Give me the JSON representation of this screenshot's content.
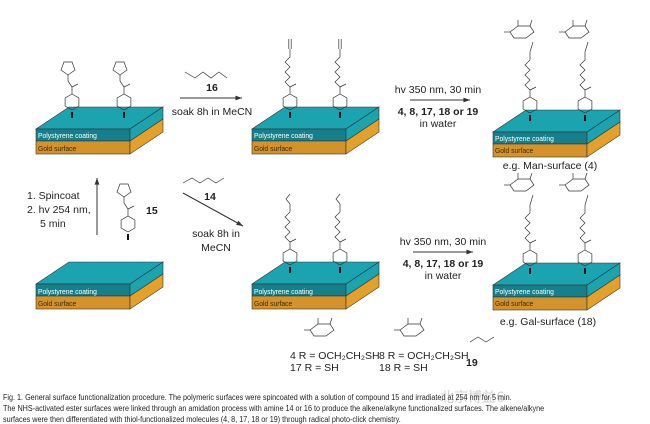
{
  "colors": {
    "polystyrene": "#1ba3b0",
    "polystyrene_front": "#15808c",
    "gold": "#e3a12c",
    "gold_front": "#d4922a"
  },
  "layers": {
    "polystyrene": "Polystyrene coating",
    "gold": "Gold surface"
  },
  "steps": {
    "spincoat": {
      "line1": "1. Spincoat",
      "line2": "2. hv 254 nm,",
      "line3": "5 min",
      "compound": "15"
    },
    "alkyne": {
      "compound": "16",
      "condition": "soak 8h in MeCN"
    },
    "alkene": {
      "compound": "14",
      "condition1": "soak 8h in",
      "condition2": "MeCN"
    },
    "click_top": {
      "line1": "hv 350 nm, 30 min",
      "line2": "4, 8, 17, 18 or 19",
      "line3": "in water"
    },
    "click_bottom": {
      "line1": "hv 350 nm, 30 min",
      "line2": "4, 8, 17, 18 or 19",
      "line3": "in water"
    }
  },
  "products": {
    "man": "e.g. Man-surface (4)",
    "gal": "e.g. Gal-surface (18)"
  },
  "thiols": {
    "man_a": "4 R = OCH₂CH₂SH",
    "man_b": "17 R = SH",
    "gal_a": "8 R = OCH₂CH₂SH",
    "gal_b": "18 R = SH",
    "mercaptoethanol": "19"
  },
  "caption": {
    "line1": "Fig. 1.  General surface functionalization procedure. The polymeric surfaces were spincoated with a solution of compound 15 and irradiated at 254 nm for 5 min.",
    "line2": "The NHS-activated ester surfaces were linked through an amidation process with amine 14 or 16 to produce the alkene/alkyne functionalized surfaces. The alkene/alkyne",
    "line3": "surfaces were then differentiated with thiol-functionalized molecules (4, 8, 17, 18 or 19) through radical photo-click chemistry."
  },
  "watermark": "北京博益6"
}
